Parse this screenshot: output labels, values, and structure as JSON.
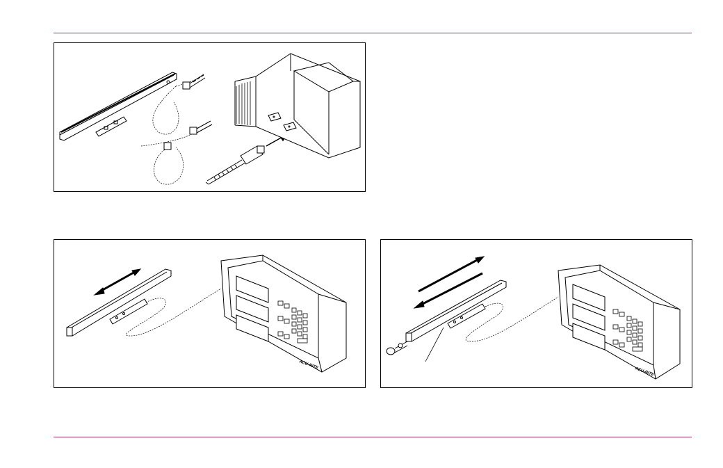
{
  "document": {
    "brand_logo_text": "ACU-RITE",
    "figures": [
      {
        "id": "connection",
        "description_icons": [
          "scale",
          "cable",
          "connector",
          "readout-rear"
        ]
      },
      {
        "id": "scale-travel",
        "description_icons": [
          "scale",
          "arrow",
          "readout-front"
        ]
      },
      {
        "id": "scale-travel-with-reader",
        "description_icons": [
          "scale",
          "arrow",
          "readout-front",
          "reader-head"
        ]
      }
    ]
  },
  "colors": {
    "rule": "#9b2a55",
    "line": "#000000"
  }
}
